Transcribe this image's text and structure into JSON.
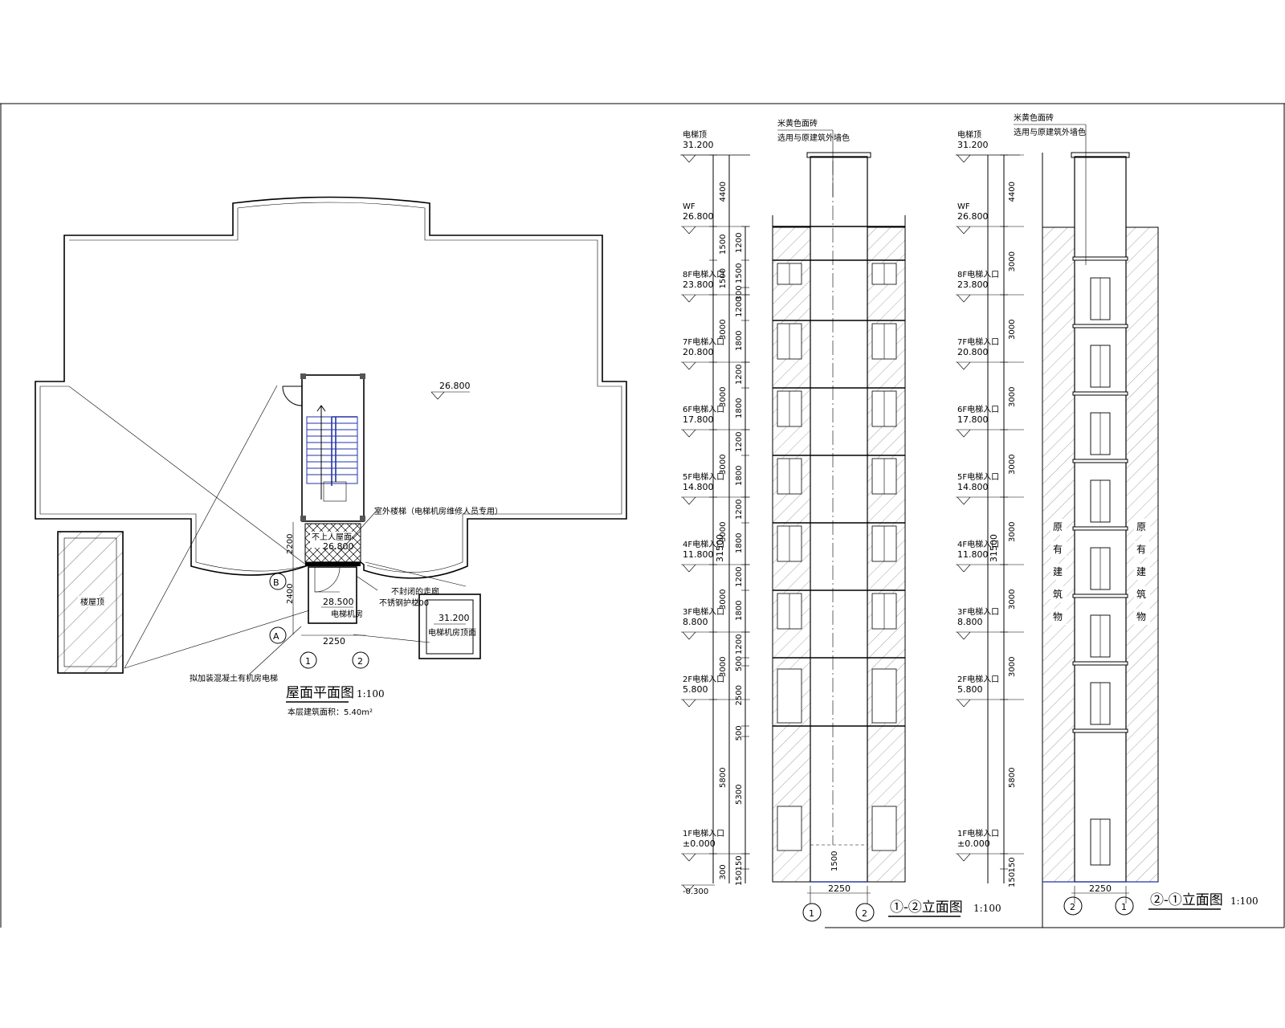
{
  "plan": {
    "title": "屋面平面图",
    "scale": "1:100",
    "area_note": "本层建筑面积：5.40m²",
    "roof_elev": "26.800",
    "stair_note": "室外楼梯（电梯机房维修人员专用）",
    "platform_elev": "26.800",
    "platform_label": "不上人屋面",
    "machine_elev": "28.500",
    "machine_label": "电梯机房",
    "open_walk": "不封闭的走廊",
    "rail_note": "不锈钢护栏",
    "rail_h": "200",
    "box_elev": "31.200",
    "box_label": "电梯机房顶面",
    "side_label": "楼屋顶",
    "lift_note": "拟加装混凝土有机房电梯",
    "dim_width": "2250",
    "dim_2200": "2200",
    "dim_2400": "2400",
    "axis_a": "A",
    "axis_b": "B",
    "axis_1": "1",
    "axis_2": "2"
  },
  "elevation_labels": {
    "top": "电梯顶",
    "wf": "WF",
    "floors": [
      "8F电梯入口",
      "7F电梯入口",
      "6F电梯入口",
      "5F电梯入口",
      "4F电梯入口",
      "3F电梯入口",
      "2F电梯入口",
      "1F电梯入口"
    ]
  },
  "levels": [
    "31.200",
    "26.800",
    "23.800",
    "20.800",
    "17.800",
    "14.800",
    "11.800",
    "8.800",
    "5.800",
    "±0.000"
  ],
  "ground_level": "-0.300",
  "elev1": {
    "title": "①-②立面图",
    "scale": "1:100",
    "facade_note_1": "米黄色面砖",
    "facade_note_2": "选用与原建筑外墙色",
    "width": "2250",
    "axis_left": "1",
    "axis_right": "2",
    "total": "31500",
    "dims_outer": [
      "4400",
      "1500",
      "1500",
      "3000",
      "3000",
      "3000",
      "3000",
      "3000",
      "3000",
      "5800",
      "300"
    ],
    "dims_inner": [
      "1200",
      "1500",
      "300",
      "1200",
      "1800",
      "1200",
      "1800",
      "1200",
      "1800",
      "1200",
      "1800",
      "1200",
      "1800",
      "1200",
      "500",
      "2500",
      "500",
      "5300",
      "150",
      "150"
    ],
    "pit": "1500"
  },
  "elev2": {
    "title": "②-①立面图",
    "scale": "1:100",
    "facade_note_1": "米黄色面砖",
    "facade_note_2": "选用与原建筑外墙色",
    "width": "2250",
    "axis_left": "2",
    "axis_right": "1",
    "total": "31500",
    "dims": [
      "4400",
      "3000",
      "3000",
      "3000",
      "3000",
      "3000",
      "3000",
      "3000",
      "5800",
      "150",
      "150"
    ],
    "existing": [
      "原",
      "有",
      "建",
      "筑",
      "物"
    ]
  }
}
